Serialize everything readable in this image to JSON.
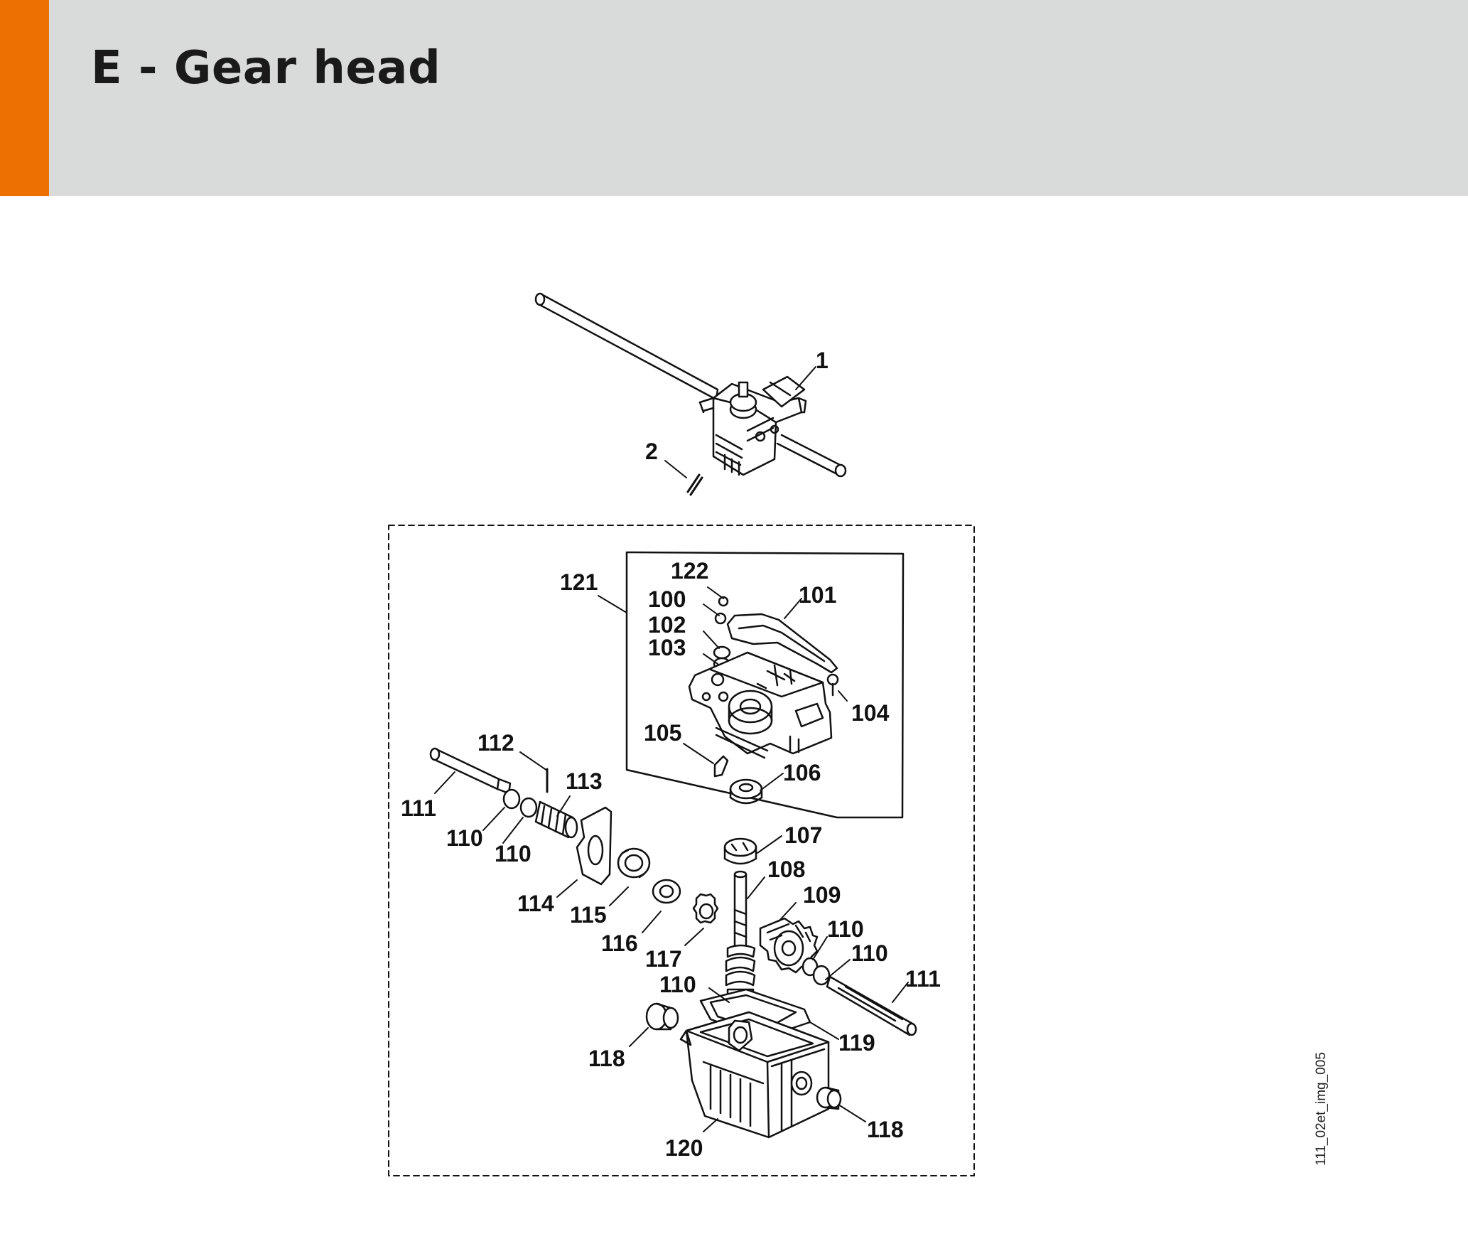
{
  "header": {
    "title": "E - Gear head",
    "accent_color": "#ed7002",
    "background_color": "#d9dada"
  },
  "diagram": {
    "labels": {
      "l1": "1",
      "l2": "2",
      "l100": "100",
      "l101": "101",
      "l102": "102",
      "l103": "103",
      "l104": "104",
      "l105": "105",
      "l106": "106",
      "l107": "107",
      "l108": "108",
      "l109": "109",
      "l110a": "110",
      "l110b": "110",
      "l110c": "110",
      "l110d": "110",
      "l110e": "110",
      "l111a": "111",
      "l111b": "111",
      "l112": "112",
      "l113": "113",
      "l114": "114",
      "l115": "115",
      "l116": "116",
      "l117": "117",
      "l118a": "118",
      "l118b": "118",
      "l119": "119",
      "l120": "120",
      "l121": "121",
      "l122": "122"
    }
  },
  "footer": {
    "image_ref": "111_02et_img_005"
  }
}
